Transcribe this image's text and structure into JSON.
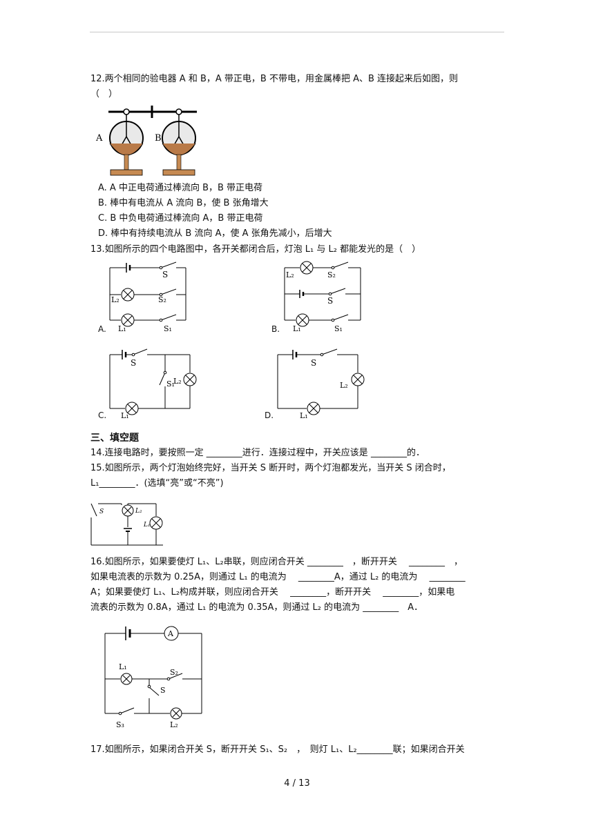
{
  "q12": {
    "stem_line1": "12.两个相同的验电器 A 和 B，A 带正电，B 不带电，用金属棒把 A、B 连接起来后如图，则",
    "stem_line2": "（　）",
    "fig_label_a": "A",
    "fig_label_b": "B",
    "options": [
      "A. A 中正电荷通过棒流向 B，B 带正电荷",
      "B. 棒中有电流从 A 流向 B，使 B 张角增大",
      "C. B 中负电荷通过棒流向 A，B 带正电荷",
      "D. 棒中有持续电流从 B 流向 A，使 A 张角先减小，后增大"
    ]
  },
  "q13": {
    "stem": "13.如图所示的四个电路图中，各开关都闭合后，灯泡 L₁ 与 L₂ 都能发光的是（　）",
    "labels": {
      "a": "A.",
      "b": "B.",
      "c": "C.",
      "d": "D."
    },
    "sym": {
      "S": "S",
      "S1": "S₁",
      "S2": "S₂",
      "L1": "L₁",
      "L2": "L₂"
    }
  },
  "section3": "三、填空题",
  "q14": "14.连接电路时，要按照一定 ________进行．连接过程中，开关应该是 ________的．",
  "q15": {
    "line1": "15.如图所示，两个灯泡始终完好，当开关 S 断开时，两个灯泡都发光，当开关 S 闭合时，",
    "line2": "L₁________．(选填“亮”或“不亮”)",
    "sym": {
      "S": "S",
      "L1": "L₁",
      "L2": "L₂"
    }
  },
  "q16": {
    "line1": "16.如图所示，如果要使灯 L₁、L₂串联，则应闭合开关 ________　，断开开关　 ________　，",
    "line2": "如果电流表的示数为 0.25A，则通过 L₁ 的电流为　 ________A，通过 L₂ 的电流为　 ________",
    "line3": "A；如果要使灯 L₁、L₂构成并联，则应闭合开关　 ________，断开开关　 ________，如果电",
    "line4": "流表的示数为 0.8A，通过 L₁ 的电流为 0.35A，则通过 L₂ 的电流为 ________　A．",
    "sym": {
      "A": "A",
      "L1": "L₁",
      "L2": "L₂",
      "S": "S",
      "S2": "S₂",
      "S3": "S₃"
    }
  },
  "q17": "17.如图所示，如果闭合开关 S，断开开关 S₁、S₂　，　则灯 L₁、L₂________联；如果闭合开关",
  "footer": "4 / 13"
}
